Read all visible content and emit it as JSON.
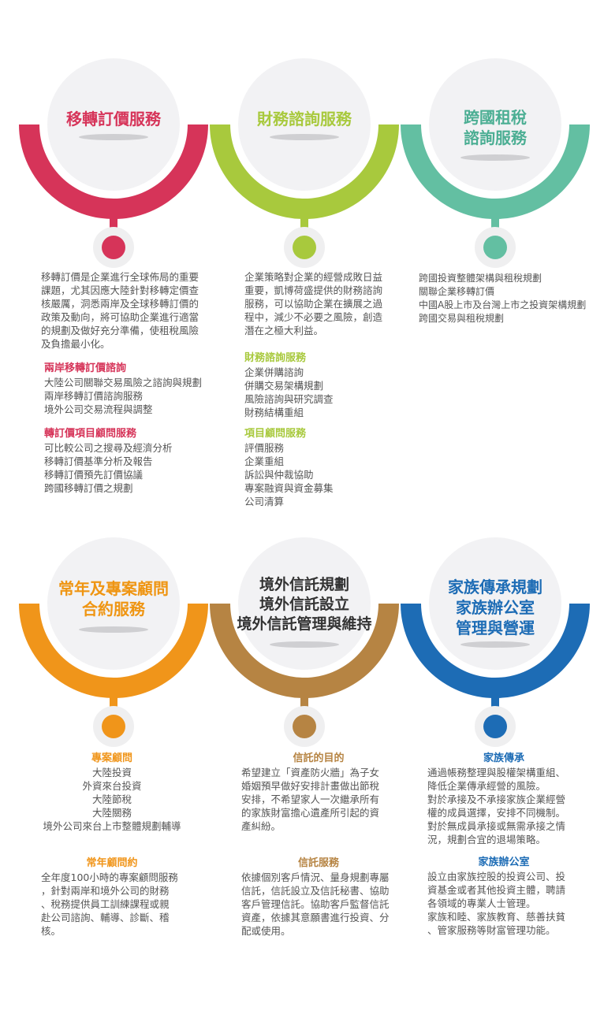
{
  "colors": {
    "red": "#d63459",
    "green": "#a8c93d",
    "teal": "#63bfa2",
    "orange": "#f0951a",
    "brown": "#b68443",
    "blue": "#1d6cb5",
    "title_red": "#d63459",
    "title_green": "#a8c93d",
    "title_teal": "#4bae93",
    "title_orange": "#ef9512",
    "title_brown": "#333333",
    "title_blue": "#1d6cb5",
    "text": "#555555"
  },
  "services": [
    {
      "title": [
        "移轉訂價服務"
      ]
    },
    {
      "title": [
        "財務諮詢服務"
      ]
    },
    {
      "title": [
        "跨國租稅",
        "諮詢服務"
      ]
    },
    {
      "title": [
        "常年及專案顧問",
        "合約服務"
      ]
    },
    {
      "title": [
        "境外信託規劃",
        "境外信託設立",
        "境外信託管理與維持"
      ]
    },
    {
      "title": [
        "家族傳承規劃",
        "家族辦公室",
        "管理與營運"
      ]
    }
  ],
  "col1": {
    "intro": [
      "移轉訂價是企業進行全球佈局的重要",
      "課題，尤其因應大陸針對移轉定價查",
      "核嚴厲，洞悉兩岸及全球移轉訂價的",
      "政策及動向，將可協助企業進行適當",
      "的規劃及做好充分準備，使租稅風險",
      "及負擔最小化。"
    ],
    "h1": "兩岸移轉訂價諮詢",
    "list1": [
      "大陸公司關聯交易風險之諮詢與規劃",
      "兩岸移轉訂價諮詢服務",
      "境外公司交易流程與調整"
    ],
    "h2": "轉訂價項目顧問服務",
    "list2": [
      "可比較公司之搜尋及經濟分析",
      "移轉訂價基準分析及報告",
      "移轉訂價預先訂價協議",
      "跨國移轉訂價之規劃"
    ]
  },
  "col2": {
    "intro": [
      "企業策略對企業的經營成敗日益",
      "重要，凱博荷盛提供的財務諮詢",
      "服務，可以協助企業在擴展之過",
      "程中，減少不必要之風險，創造",
      "潛在之極大利益。"
    ],
    "h1": "財務諮詢服務",
    "list1": [
      "企業併購諮詢",
      "併購交易架構規劃",
      "風險諮詢與研究調查",
      "財務結構重組"
    ],
    "h2": "項目顧問服務",
    "list2": [
      "評價服務",
      "企業重組",
      "訴訟與仲裁協助",
      "專案融資與資金募集",
      "公司清算"
    ]
  },
  "col3": {
    "list": [
      "跨國投資整體架構與租稅規劃",
      "關聯企業移轉訂價",
      "中國A股上市及台灣上市之投資架構規劃",
      "跨國交易與租稅規劃"
    ]
  },
  "col4": {
    "h1": "專案顧問",
    "list1": [
      "大陸投資",
      "外資來台投資",
      "大陸節稅",
      "大陸關務",
      "境外公司來台上市整體規劃輔導"
    ],
    "h2": "常年顧問約",
    "para": [
      "全年度100小時的專案顧問服務",
      "，針對兩岸和境外公司的財務",
      "、稅務提供員工訓練課程或親",
      "赴公司諮詢、輔導、診斷、稽",
      "核。"
    ]
  },
  "col5": {
    "h1": "信託的目的",
    "para1": [
      "希望建立「資產防火牆」為子女",
      "婚姻預早做好安排計畫做出節稅",
      "安排，不希望家人一次繼承所有",
      "的家族財富擔心遺產所引起的資",
      "產糾紛。"
    ],
    "h2": "信託服務",
    "para2": [
      "依據個別客戶情況、量身規劃專屬",
      "信託，信託設立及信託秘書、協助",
      "客戶管理信託。協助客戶監督信託",
      "資產，依據其意願書進行投資、分",
      "配或使用。"
    ]
  },
  "col6": {
    "h1": "家族傳承",
    "para1": [
      "通過帳務整理與股權架構重組、",
      "降低企業傳承經營的風險。",
      "對於承接及不承接家族企業經營",
      "權的成員選擇，安排不同機制。",
      "對於無成員承接或無需承接之情",
      "況，規劃合宜的退場策略。"
    ],
    "h2": "家族辦公室",
    "para2": [
      "設立由家族控股的投資公司、投",
      "資基金或者其他投資主體，聘請",
      "各領域的專業人士管理。",
      "家族和睦、家族教育、慈善扶貧",
      "、管家服務等財富管理功能。"
    ]
  }
}
